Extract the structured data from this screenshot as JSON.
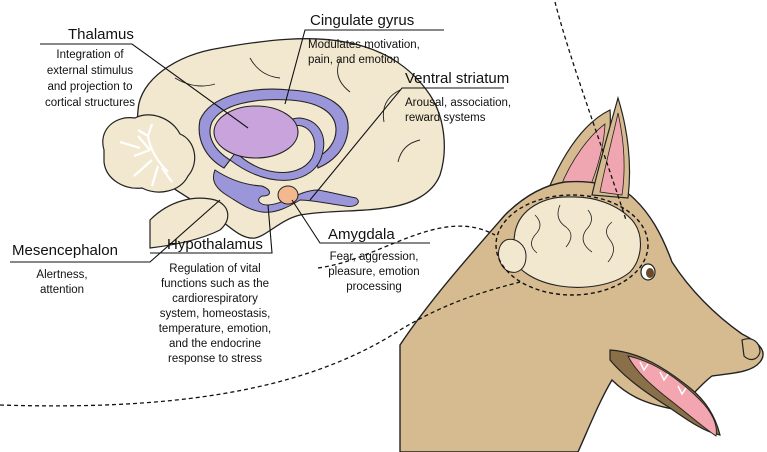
{
  "regions": {
    "thalamus": {
      "title": "Thalamus",
      "desc": [
        "Integration of",
        "external stimulus",
        "and projection to",
        "cortical structures"
      ]
    },
    "cingulate_gyrus": {
      "title": "Cingulate gyrus",
      "desc": [
        "Modulates motivation,",
        "pain, and emotion"
      ]
    },
    "ventral_striatum": {
      "title": "Ventral striatum",
      "desc": [
        "Arousal, association,",
        "reward systems"
      ]
    },
    "amygdala": {
      "title": "Amygdala",
      "desc": [
        "Fear, aggression,",
        "pleasure, emotion",
        "processing"
      ]
    },
    "mesencephalon": {
      "title": "Mesencephalon",
      "desc": [
        "Alertness,",
        "attention"
      ]
    },
    "hypothalamus": {
      "title": "Hypothalamus",
      "desc": [
        "Regulation of vital",
        "functions such as the",
        "cardiorespiratory",
        "system, homeostasis,",
        "temperature, emotion,",
        "and the endocrine",
        "response to stress"
      ]
    }
  },
  "colors": {
    "brain": "#f2e8cf",
    "limbic": "#9b96d9",
    "thalamus_fill": "#c9a4dc",
    "amygdala": "#f3b88e",
    "dog": "#d6bb91",
    "ear_inner": "#f0a6b0",
    "mouth": "#f4a6b0",
    "gum": "#8a7048"
  }
}
